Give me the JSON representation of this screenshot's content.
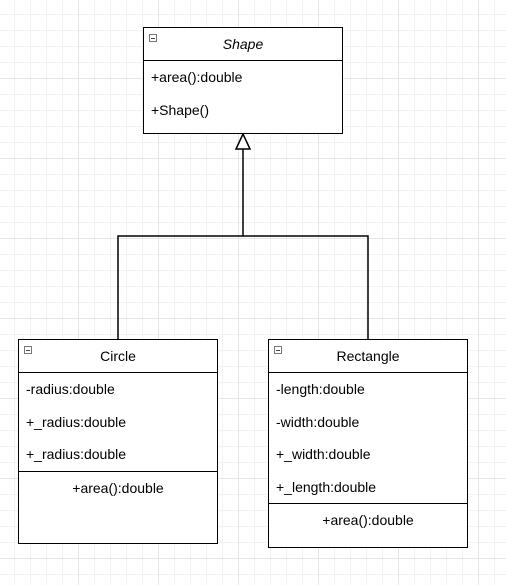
{
  "diagram": {
    "shape": {
      "name": "Shape",
      "members": [
        "+area():double",
        "+Shape()"
      ]
    },
    "circle": {
      "name": "Circle",
      "attributes": [
        "-radius:double",
        "+_radius:double",
        "+_radius:double"
      ],
      "operations": [
        "+area():double"
      ]
    },
    "rectangle": {
      "name": "Rectangle",
      "attributes": [
        "-length:double",
        "-width:double",
        "+_width:double",
        "+_length:double"
      ],
      "operations": [
        "+area():double"
      ]
    }
  }
}
